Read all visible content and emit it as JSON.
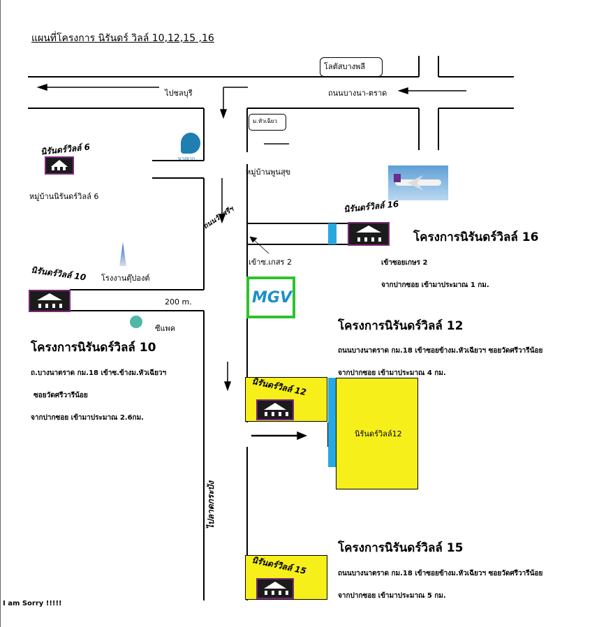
{
  "title": "แผนที่โครงการ นิรันดร์ วิลล์ 10,12,15 ,16",
  "roads": {
    "lotus_box": "โลตัสบางพลี",
    "to_chonburi": "ไปชลบุรี",
    "bangna_trat": "ถนนบางนา-ตราด",
    "mu_huachiew": "ม.หัวเฉียว",
    "mu_phunsuk": "หมู่บ้านพูนสุข",
    "soi_sign": "ถนนวัดศรีฯ",
    "kaset2": "เข้าซ.เกสร 2",
    "dist_200": "200 m.",
    "to_latkrabang": "ไปลาดกระบัง"
  },
  "landmarks": {
    "bangchak": "บางจาก",
    "factory": "โรงงานตุ๊ปองต์",
    "cpac": "ซีแพค",
    "mgv": "MGV"
  },
  "villages": {
    "v6_tag": "นิรันดร์วิลล์ 6",
    "v6_label": "หมู่บ้านนิรันดร์วิลล์ 6",
    "v10_tag": "นิรันดร์วิลล์ 10",
    "v16_tag": "นิรันดร์วิลล์ 16",
    "v12_tag": "นิรันดร์วิลล์ 12",
    "v12_plot": "นิรันดร์วิลล์12",
    "v15_tag": "นิรันดร์วิลล์ 15"
  },
  "projects": {
    "p16": {
      "title": "โครงการนิรันดร์วิลล์ 16",
      "line1": "เข้าซอยเกษร 2",
      "line2": "จากปากซอย เข้ามาประมาณ 1 กม."
    },
    "p12": {
      "title": "โครงการนิรันดร์วิลล์ 12",
      "line1": "ถนนบางนาตราด กม.18 เข้าซอยข้างม.หัวเฉียวฯ ซอยวัดศรีวารีน้อย",
      "line2": "จากปากซอย เข้ามาประมาณ 4 กม."
    },
    "p10": {
      "title": "โครงการนิรันดร์วิลล์ 10",
      "line1": "ถ.บางนาตราด กม.18 เข้าซ.ข้างม.หัวเฉียวฯ",
      "line2": "ซอยวัดศรีวารีน้อย",
      "line3": "จากปากซอย เข้ามาประมาณ 2.6กม."
    },
    "p15": {
      "title": "โครงการนิรันดร์วิลล์ 15",
      "line1": "ถนนบางนาตราด กม.18 เข้าซอยข้างม.หัวเฉียวฯ ซอยวัดศรีวารีน้อย",
      "line2": "จากปากซอย เข้ามาประมาณ 5 กม."
    }
  },
  "footer": "I am Sorry !!!!!",
  "colors": {
    "yellow": "#f6ef1a",
    "blue_strip": "#29a8df",
    "green_frame": "#2fc22f",
    "house_border": "#7a2a7a"
  }
}
